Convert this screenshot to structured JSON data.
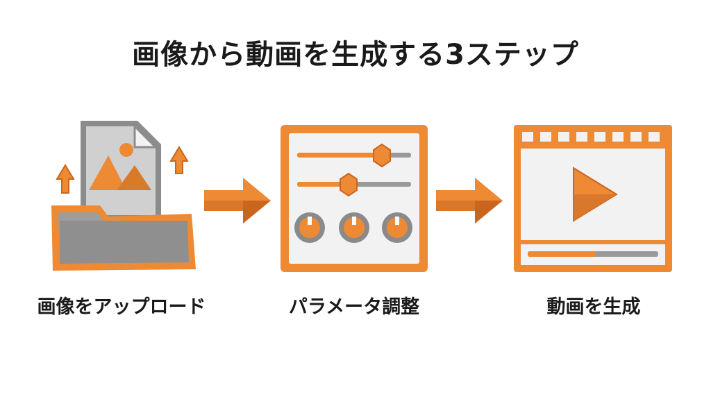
{
  "title": "画像から動画を生成する3ステップ",
  "steps": [
    {
      "label": "画像をアップロード",
      "icon": "upload-image-folder-icon"
    },
    {
      "label": "パラメータ調整",
      "icon": "sliders-knobs-panel-icon"
    },
    {
      "label": "動画を生成",
      "icon": "video-film-play-icon"
    }
  ],
  "colors": {
    "accent": "#ee8a34",
    "accent_dark": "#c9651c",
    "gray": "#9a9a9a",
    "gray_dark": "#6f6f6f",
    "panel": "#f2f2f2",
    "text": "#1a1a1a"
  }
}
